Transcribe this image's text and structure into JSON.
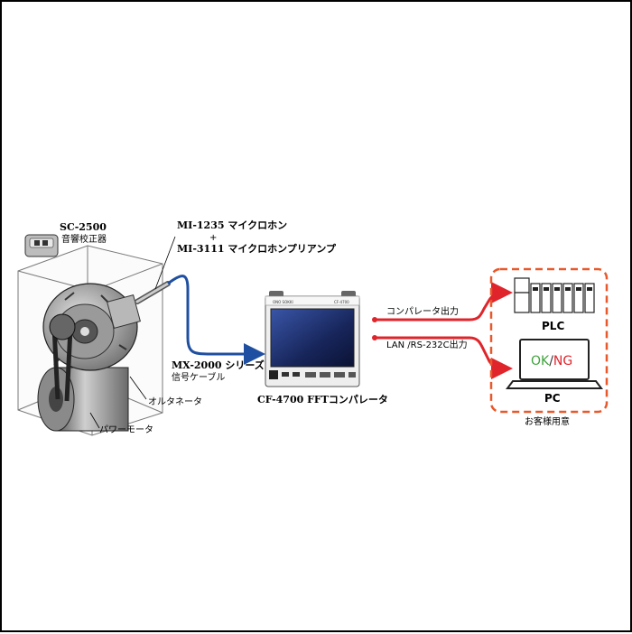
{
  "calibrator": {
    "model": "SC-2500",
    "name": "音響校正器"
  },
  "microphone": {
    "line1": "MI-1235 マイクロホン",
    "plus": "+",
    "line2": "MI-3111 マイクロホンプリアンプ"
  },
  "cable": {
    "line1": "MX-2000 シリーズ",
    "line2": "信号ケーブル"
  },
  "alternator": {
    "label": "オルタネータ"
  },
  "motor": {
    "label": "パワーモータ"
  },
  "comparator": {
    "label": "CF-4700 FFTコンパレータ",
    "brand": "ONO SOKKI",
    "model_small": "CF-4700"
  },
  "output1": {
    "label": "コンパレータ出力"
  },
  "output2": {
    "label": "LAN /RS-232C出力"
  },
  "plc": {
    "label": "PLC"
  },
  "pc": {
    "label": "PC",
    "screen_ok": "OK",
    "screen_sep": "/",
    "screen_ng": "NG"
  },
  "customer": {
    "label": "お客様用意"
  },
  "colors": {
    "cable_blue": "#1f4fa0",
    "output_red": "#e0242b",
    "dashed_box": "#e8582a",
    "ok_green": "#3ea33a",
    "ng_red": "#e0242b"
  }
}
